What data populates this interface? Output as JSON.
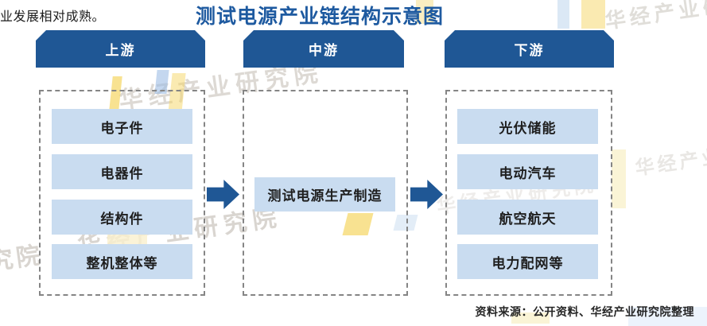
{
  "meta": {
    "intro_text": "业发展相对成熟。",
    "title": "测试电源产业链结构示意图",
    "source_note": "资料来源：公开资料、华经产业研究院整理"
  },
  "colors": {
    "primary_blue": "#1F5795",
    "title_blue": "#1E5AA0",
    "item_blue": "#C9DCF0",
    "dashed_gray": "#858585",
    "watermark_gray": "#B4ADA2",
    "watermark_yellow": "#F5D563"
  },
  "chain": {
    "stages": [
      {
        "header": "上游",
        "items": [
          "电子件",
          "电器件",
          "结构件",
          "整机整体等"
        ]
      },
      {
        "header": "中游",
        "items": [
          "测试电源生产制造"
        ]
      },
      {
        "header": "下游",
        "items": [
          "光伏储能",
          "电动汽车",
          "航空航天",
          "电力配网等"
        ]
      }
    ]
  },
  "watermarks": {
    "brand_text": "华经产业研究院",
    "partial_top_right": "华经产业研",
    "partial_right": "华经产业",
    "partial_left": "究院"
  }
}
